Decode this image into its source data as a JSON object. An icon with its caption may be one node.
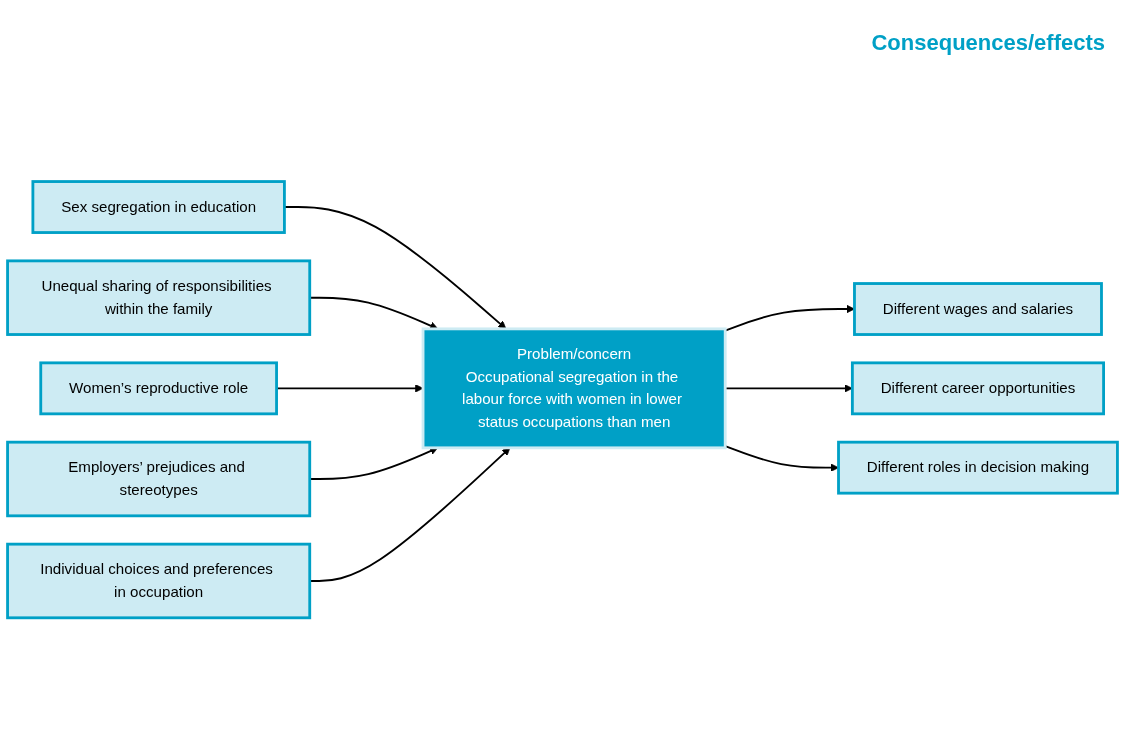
{
  "diagram": {
    "nodes": [
      {
        "text": [
          "Sex segregation in education"
        ]
      },
      {
        "text": [
          "Unequal sharing of responsibilities within the family"
        ]
      },
      {
        "text": [
          "Women’s reproductive role"
        ]
      },
      {
        "text": [
          "Employers’ prejudices and stereotypes"
        ]
      },
      {
        "text": [
          "Individual choices and preferences in occupation"
        ]
      },
      {
        "text": [
          "Problem/concern",
          "Occupational segregation in the labour force with women in lower status occupations than men"
        ]
      },
      {
        "text": [
          "Different wages and salaries"
        ]
      },
      {
        "text": [
          "Different career opportunities"
        ]
      },
      {
        "text": [
          "Different roles in decision making"
        ]
      }
    ],
    "edges": [
      {
        "from": 0,
        "to": 5,
        "arrow": "to"
      },
      {
        "from": 1,
        "to": 5,
        "arrow": "to"
      },
      {
        "from": 2,
        "to": 5,
        "arrow": "to"
      },
      {
        "from": 3,
        "to": 5,
        "arrow": "to"
      },
      {
        "from": 4,
        "to": 5,
        "arrow": "to"
      },
      {
        "from": 5,
        "to": 6,
        "arrow": "to"
      },
      {
        "from": 5,
        "to": 7,
        "arrow": "to"
      },
      {
        "from": 5,
        "to": 8,
        "arrow": "to"
      }
    ],
    "labels": [
      "Consequences/effects"
    ]
  }
}
